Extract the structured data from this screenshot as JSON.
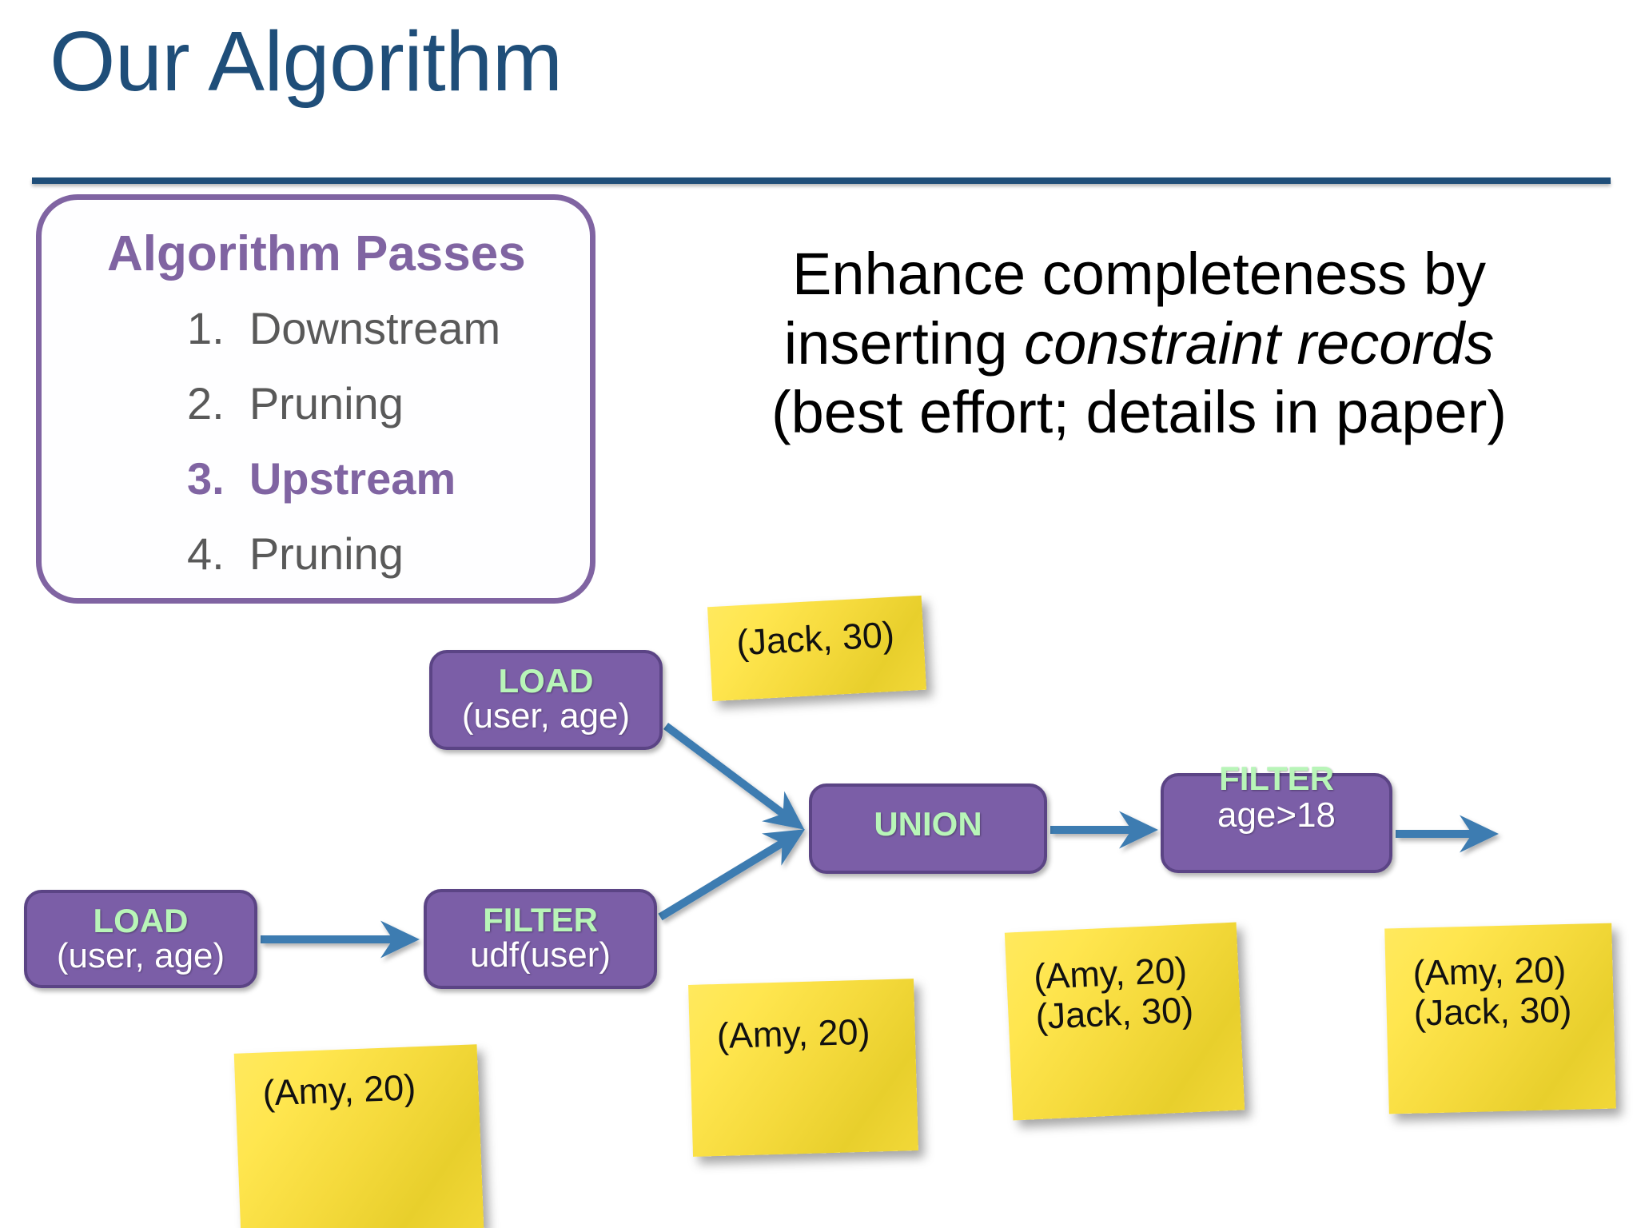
{
  "slide": {
    "title": "Our Algorithm",
    "title_color": "#1F4E79",
    "accent_color": "#8064A2",
    "node_fill": "#7B5EA7",
    "node_op_color": "#B8F5B8",
    "arrow_color": "#3E7CB1",
    "sticky_color": "#F5DA3C"
  },
  "passes_panel": {
    "heading": "Algorithm Passes",
    "items": [
      {
        "num": "1.",
        "label": "Downstream",
        "active": false
      },
      {
        "num": "2.",
        "label": "Pruning",
        "active": false
      },
      {
        "num": "3.",
        "label": "Upstream",
        "active": true
      },
      {
        "num": "4.",
        "label": "Pruning",
        "active": false
      }
    ]
  },
  "statement": {
    "line1": "Enhance completeness by",
    "line2_pre": "inserting ",
    "line2_italic": "constraint records",
    "line3": "(best effort; details in paper)"
  },
  "diagram": {
    "nodes": [
      {
        "id": "load-top",
        "op": "LOAD",
        "arg": "(user, age)"
      },
      {
        "id": "load-left",
        "op": "LOAD",
        "arg": "(user, age)"
      },
      {
        "id": "filter-udf",
        "op": "FILTER",
        "arg": "udf(user)"
      },
      {
        "id": "union",
        "op": "UNION",
        "arg": ""
      },
      {
        "id": "filter-age",
        "op": "FILTER",
        "arg": "age>18"
      }
    ],
    "sticky_notes": [
      {
        "id": "jack",
        "lines": [
          "(Jack, 30)"
        ]
      },
      {
        "id": "amy-1",
        "lines": [
          "(Amy, 20)"
        ]
      },
      {
        "id": "amy-2",
        "lines": [
          "(Amy, 20)"
        ]
      },
      {
        "id": "amy-jack-1",
        "lines": [
          "(Amy, 20)",
          "(Jack, 30)"
        ]
      },
      {
        "id": "amy-jack-2",
        "lines": [
          "(Amy, 20)",
          "(Jack, 30)"
        ]
      }
    ]
  }
}
